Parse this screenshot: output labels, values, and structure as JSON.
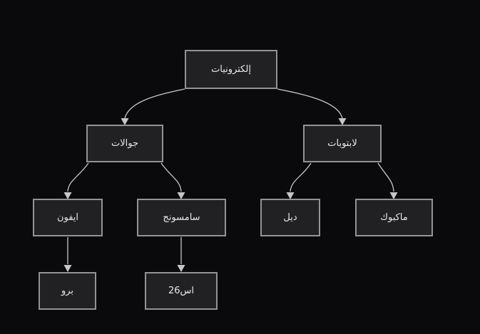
{
  "diagram": {
    "type": "tree",
    "direction": "top-down",
    "text_direction": "rtl",
    "nodes": {
      "electronics": {
        "label": "إلكترونيات",
        "parent": null,
        "level": 1
      },
      "mobiles": {
        "label": "جوالات",
        "parent": "electronics",
        "level": 2
      },
      "laptops": {
        "label": "لابتوبات",
        "parent": "electronics",
        "level": 2
      },
      "iphone": {
        "label": "ايفون",
        "parent": "mobiles",
        "level": 3
      },
      "samsung": {
        "label": "سامسونج",
        "parent": "mobiles",
        "level": 3
      },
      "dell": {
        "label": "ديل",
        "parent": "laptops",
        "level": 3
      },
      "macbook": {
        "label": "ماكبوك",
        "parent": "laptops",
        "level": 3
      },
      "pro": {
        "label": "برو",
        "parent": "iphone",
        "level": 4
      },
      "s26": {
        "label": "اس26",
        "parent": "samsung",
        "level": 4
      }
    },
    "edges": [
      {
        "from": "electronics",
        "to": "mobiles"
      },
      {
        "from": "electronics",
        "to": "laptops"
      },
      {
        "from": "mobiles",
        "to": "iphone"
      },
      {
        "from": "mobiles",
        "to": "samsung"
      },
      {
        "from": "laptops",
        "to": "dell"
      },
      {
        "from": "laptops",
        "to": "macbook"
      },
      {
        "from": "iphone",
        "to": "pro"
      },
      {
        "from": "samsung",
        "to": "s26"
      }
    ],
    "colors": {
      "background": "#0a0a0c",
      "node_fill": "#212124",
      "node_border": "#939393",
      "node_text": "#e8e8ea",
      "edge": "#c6c6c6"
    }
  }
}
